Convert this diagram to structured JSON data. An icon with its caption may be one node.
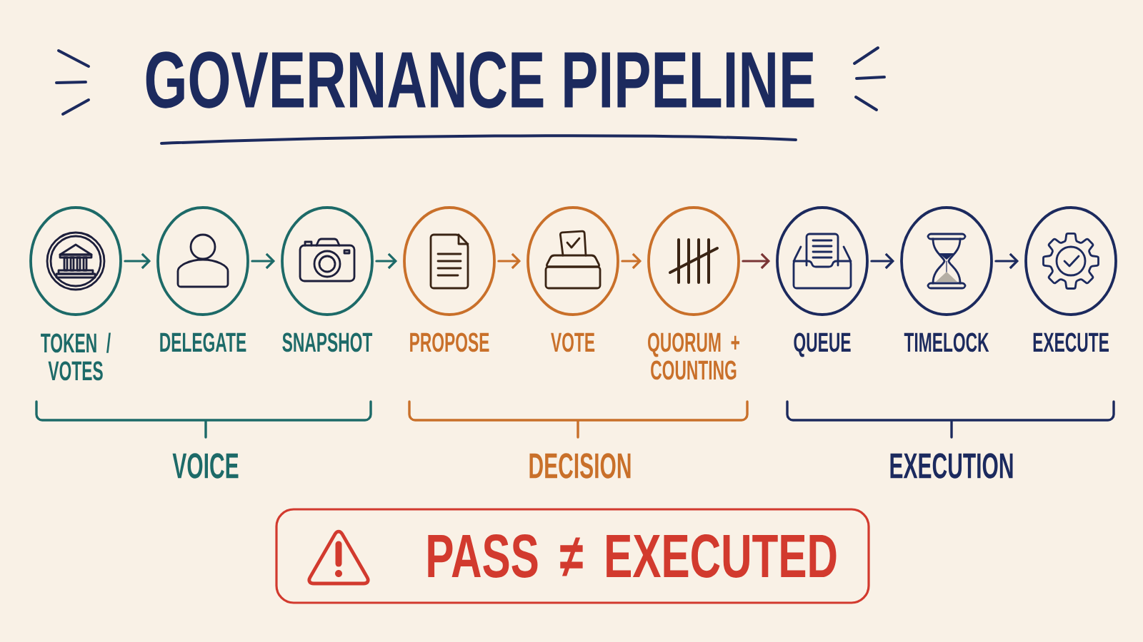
{
  "diagram": {
    "title": "GOVERNANCE PIPELINE",
    "nodes": [
      {
        "text": [
          "TOKEN / VOTES"
        ]
      },
      {
        "text": [
          "DELEGATE"
        ]
      },
      {
        "text": [
          "SNAPSHOT"
        ]
      },
      {
        "text": [
          "PROPOSE"
        ]
      },
      {
        "text": [
          "VOTE"
        ]
      },
      {
        "text": [
          "QUORUM + COUNTING"
        ]
      },
      {
        "text": [
          "QUEUE"
        ]
      },
      {
        "text": [
          "TIMELOCK"
        ]
      },
      {
        "text": [
          "EXECUTE"
        ]
      },
      {
        "text": [
          "PASS ≠ EXECUTED"
        ]
      }
    ],
    "edges": [
      {
        "from": 0,
        "to": 1,
        "arrow": "to",
        "color": "#1d6a68"
      },
      {
        "from": 1,
        "to": 2,
        "arrow": "to",
        "color": "#1d6a68"
      },
      {
        "from": 2,
        "to": 3,
        "arrow": "to",
        "color": "#1d6a68"
      },
      {
        "from": 3,
        "to": 4,
        "arrow": "to",
        "color": "#c9702a"
      },
      {
        "from": 4,
        "to": 5,
        "arrow": "to",
        "color": "#c9702a"
      },
      {
        "from": 5,
        "to": 6,
        "arrow": "to",
        "color": "#7a3535"
      },
      {
        "from": 6,
        "to": 7,
        "arrow": "to",
        "color": "#1c2a5e"
      },
      {
        "from": 7,
        "to": 8,
        "arrow": "to",
        "color": "#1c2a5e"
      }
    ],
    "labels": [
      "VOICE",
      "DECISION",
      "EXECUTION"
    ]
  }
}
